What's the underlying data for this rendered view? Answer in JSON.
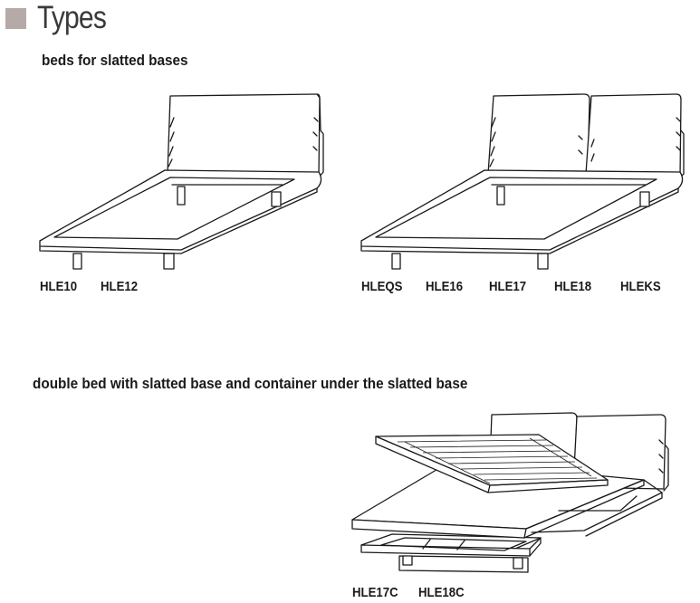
{
  "header": {
    "title": "Types"
  },
  "section1": {
    "heading": "beds for slatted bases",
    "single_bed_codes": [
      "HLE10",
      "HLE12"
    ],
    "double_bed_codes": [
      "HLEQS",
      "HLE16",
      "HLE17",
      "HLE18",
      "HLEKS"
    ]
  },
  "section2": {
    "heading": "double bed with slatted base and container under the slatted base",
    "codes": [
      "HLE17C",
      "HLE18C"
    ]
  },
  "colors": {
    "title_marker": "#b5aaa8",
    "text": "#1a1a1a"
  }
}
